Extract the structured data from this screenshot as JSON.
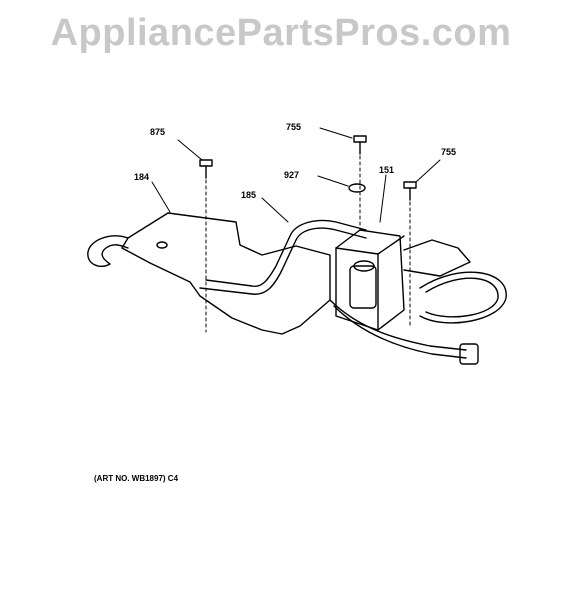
{
  "watermark": "AppliancePartsPros.com",
  "callouts": {
    "c875": "875",
    "c755a": "755",
    "c755b": "755",
    "c927": "927",
    "c151": "151",
    "c184": "184",
    "c185": "185"
  },
  "art_number": "(ART NO. WB1897) C4"
}
